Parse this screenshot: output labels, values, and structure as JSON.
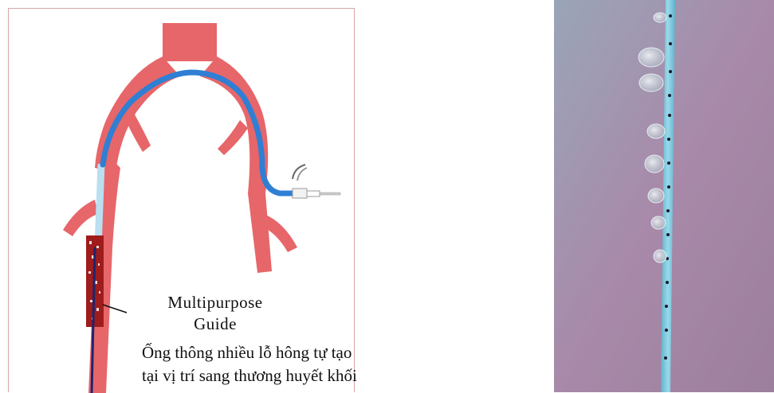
{
  "diagram": {
    "callout_label": [
      "Multipurpose",
      "Guide"
    ],
    "caption": [
      "Ống thông nhiều lỗ hông tự tạo",
      "tại vị trí sang thương huyết khối"
    ]
  },
  "colors": {
    "vessel": "#e6666a",
    "catheter": "#2f7fd4",
    "guide": "#b9dff0",
    "thrombus": "#9e1c1c",
    "wire": "#1e2470",
    "photo_background": "#a889a9",
    "photo_catheter": "#7fc9e0"
  },
  "photo": {
    "subject": "multi-hole catheter with fluid droplets"
  }
}
